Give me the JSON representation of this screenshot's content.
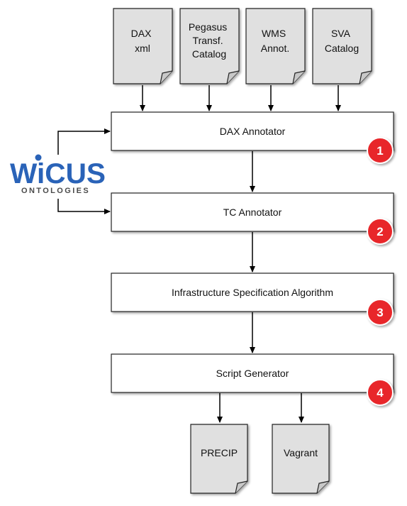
{
  "inputs": [
    {
      "lines": [
        "DAX",
        "xml"
      ]
    },
    {
      "lines": [
        "Pegasus",
        "Transf.",
        "Catalog"
      ]
    },
    {
      "lines": [
        "WMS",
        "Annot."
      ]
    },
    {
      "lines": [
        "SVA",
        "Catalog"
      ]
    }
  ],
  "steps": [
    {
      "label": "DAX Annotator",
      "number": "1"
    },
    {
      "label": "TC Annotator",
      "number": "2"
    },
    {
      "label": "Infrastructure Specification Algorithm",
      "number": "3"
    },
    {
      "label": "Script Generator",
      "number": "4"
    }
  ],
  "outputs": [
    {
      "label": "PRECIP"
    },
    {
      "label": "Vagrant"
    }
  ],
  "logo": {
    "main": "WiCUS",
    "sub": "ONTOLOGIES"
  },
  "colors": {
    "document_fill": "#e0e0e0",
    "badge": "#e8272a",
    "logo_blue": "#2a63b8"
  }
}
